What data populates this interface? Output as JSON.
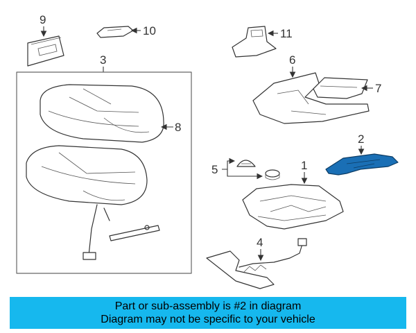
{
  "callouts": {
    "c1": "1",
    "c2": "2",
    "c3": "3",
    "c4": "4",
    "c5": "5",
    "c6": "6",
    "c7": "7",
    "c8": "8",
    "c9": "9",
    "c10": "10",
    "c11": "11"
  },
  "highlight_color": "#1a6fb5",
  "banner": {
    "line1": "Part or sub-assembly is #2 in diagram",
    "line2": "Diagram may not be specific to your vehicle",
    "background": "#16b8ee"
  }
}
